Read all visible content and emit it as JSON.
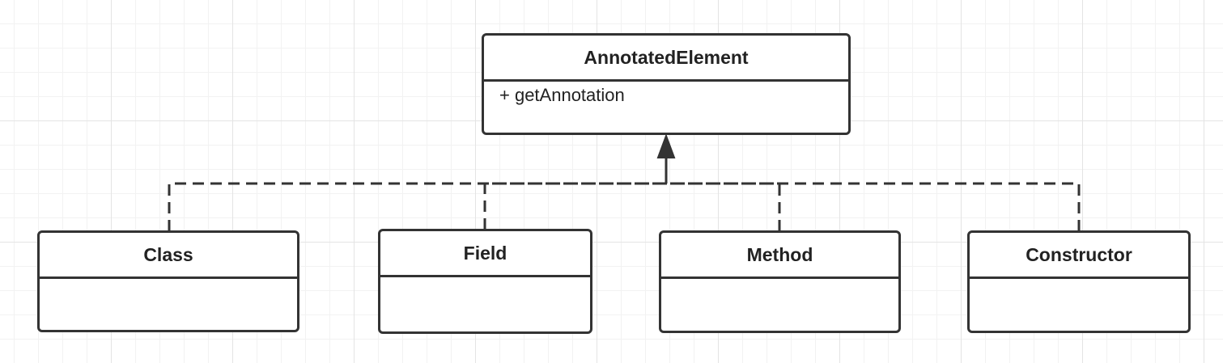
{
  "diagram": {
    "parent": {
      "name": "AnnotatedElement",
      "members": [
        "+ getAnnotation"
      ]
    },
    "children": [
      {
        "name": "Class",
        "members": []
      },
      {
        "name": "Field",
        "members": []
      },
      {
        "name": "Method",
        "members": []
      },
      {
        "name": "Constructor",
        "members": []
      }
    ],
    "relationship": "realization",
    "colors": {
      "stroke": "#333333",
      "box_fill": "#ffffff",
      "grid_major": "#e4e4e4",
      "grid_minor": "#f2f2f2"
    }
  }
}
